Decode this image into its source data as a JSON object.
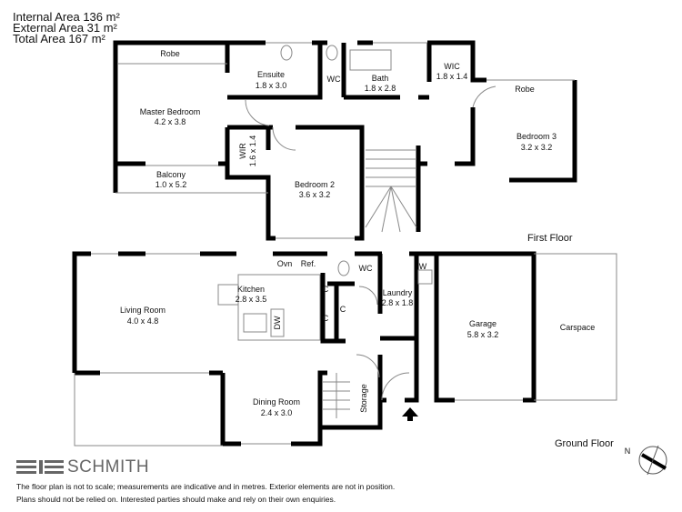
{
  "summary": {
    "internal": "Internal Area 136 m²",
    "external": "External Area 31 m²",
    "total": "Total Area 167 m²"
  },
  "first_floor": {
    "label": "First Floor",
    "rooms": [
      {
        "name": "Robe",
        "size": ""
      },
      {
        "name": "Ensuite",
        "size": "1.8 x 3.0"
      },
      {
        "name": "WC",
        "size": ""
      },
      {
        "name": "Bath",
        "size": "1.8 x 2.8"
      },
      {
        "name": "WIC",
        "size": "1.8 x 1.4"
      },
      {
        "name": "Robe",
        "size": ""
      },
      {
        "name": "Master Bedroom",
        "size": "4.2 x 3.8"
      },
      {
        "name": "Bedroom 3",
        "size": "3.2 x 3.2"
      },
      {
        "name": "WIR",
        "size": "1.6 x 1.4"
      },
      {
        "name": "Balcony",
        "size": "1.0 x 5.2"
      },
      {
        "name": "Bedroom 2",
        "size": "3.6 x 3.2"
      }
    ]
  },
  "ground_floor": {
    "label": "Ground Floor",
    "rooms": [
      {
        "name": "Living Room",
        "size": "4.0 x 4.8"
      },
      {
        "name": "Kitchen",
        "size": "2.8 x 3.5"
      },
      {
        "name": "WC",
        "size": ""
      },
      {
        "name": "Laundry",
        "size": "2.8 x 1.8"
      },
      {
        "name": "Garage",
        "size": "5.8 x 3.2"
      },
      {
        "name": "Carspace",
        "size": ""
      },
      {
        "name": "Dining Room",
        "size": "2.4 x 3.0"
      },
      {
        "name": "Storage",
        "size": ""
      }
    ],
    "fixtures": {
      "oven": "Ovn",
      "fridge": "Ref.",
      "dishwasher": "DW",
      "cupboard": "C",
      "washer": "W"
    }
  },
  "compass": {
    "north": "N"
  },
  "brand": {
    "name": "SCHMITH"
  },
  "disclaimer": {
    "line1": "The floor plan is not to scale; measurements are indicative and in metres. Exterior elements are not in position.",
    "line2": "Plans should not be relied on. Interested parties should make and rely on their own enquiries."
  },
  "colors": {
    "wall": "#000000",
    "thin": "#888888",
    "logo": "#666666"
  }
}
